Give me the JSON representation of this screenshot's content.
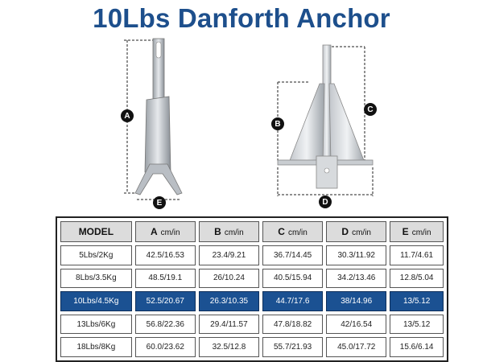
{
  "title": "10Lbs Danforth Anchor",
  "dimension_labels": {
    "a": "A",
    "b": "B",
    "c": "C",
    "d": "D",
    "e": "E"
  },
  "table": {
    "headers": [
      {
        "letter": "MODEL",
        "unit": ""
      },
      {
        "letter": "A",
        "unit": "cm/in"
      },
      {
        "letter": "B",
        "unit": "cm/in"
      },
      {
        "letter": "C",
        "unit": "cm/in"
      },
      {
        "letter": "D",
        "unit": "cm/in"
      },
      {
        "letter": "E",
        "unit": "cm/in"
      }
    ],
    "rows": [
      {
        "cells": [
          "5Lbs/2Kg",
          "42.5/16.53",
          "23.4/9.21",
          "36.7/14.45",
          "30.3/11.92",
          "11.7/4.61"
        ],
        "highlight": false
      },
      {
        "cells": [
          "8Lbs/3.5Kg",
          "48.5/19.1",
          "26/10.24",
          "40.5/15.94",
          "34.2/13.46",
          "12.8/5.04"
        ],
        "highlight": false
      },
      {
        "cells": [
          "10Lbs/4.5Kg",
          "52.5/20.67",
          "26.3/10.35",
          "44.7/17.6",
          "38/14.96",
          "13/5.12"
        ],
        "highlight": true
      },
      {
        "cells": [
          "13Lbs/6Kg",
          "56.8/22.36",
          "29.4/11.57",
          "47.8/18.82",
          "42/16.54",
          "13/5.12"
        ],
        "highlight": false
      },
      {
        "cells": [
          "18Lbs/8Kg",
          "60.0/23.62",
          "32.5/12.8",
          "55.7/21.93",
          "45.0/17.72",
          "15.6/6.14"
        ],
        "highlight": false
      }
    ]
  },
  "colors": {
    "title": "#1d4f8c",
    "highlight_row": "#1b5192"
  }
}
